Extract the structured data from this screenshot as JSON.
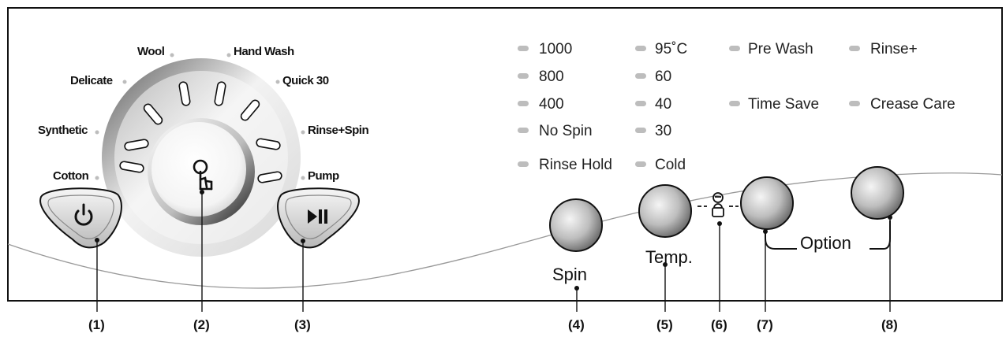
{
  "programmes": {
    "wool": "Wool",
    "hand_wash": "Hand Wash",
    "delicate": "Delicate",
    "quick_30": "Quick 30",
    "synthetic": "Synthetic",
    "rinse_spin": "Rinse+Spin",
    "cotton": "Cotton",
    "pump": "Pump"
  },
  "spin_options": [
    "1000",
    "800",
    "400",
    "No Spin",
    "Rinse Hold"
  ],
  "temp_options": [
    "95˚C",
    "60",
    "40",
    "30",
    "Cold"
  ],
  "extra_options": {
    "pre_wash": "Pre Wash",
    "rinse_plus": "Rinse+",
    "time_save": "Time Save",
    "crease_care": "Crease Care"
  },
  "buttons": {
    "spin_label": "Spin",
    "temp_label": "Temp.",
    "option_label": "Option"
  },
  "icons": {
    "power": "power-icon",
    "start_pause": "play-pause-icon",
    "touch": "touch-hand-icon",
    "child_lock": "child-lock-icon"
  },
  "callouts": [
    "(1)",
    "(2)",
    "(3)",
    "(4)",
    "(5)",
    "(6)",
    "(7)",
    "(8)"
  ]
}
